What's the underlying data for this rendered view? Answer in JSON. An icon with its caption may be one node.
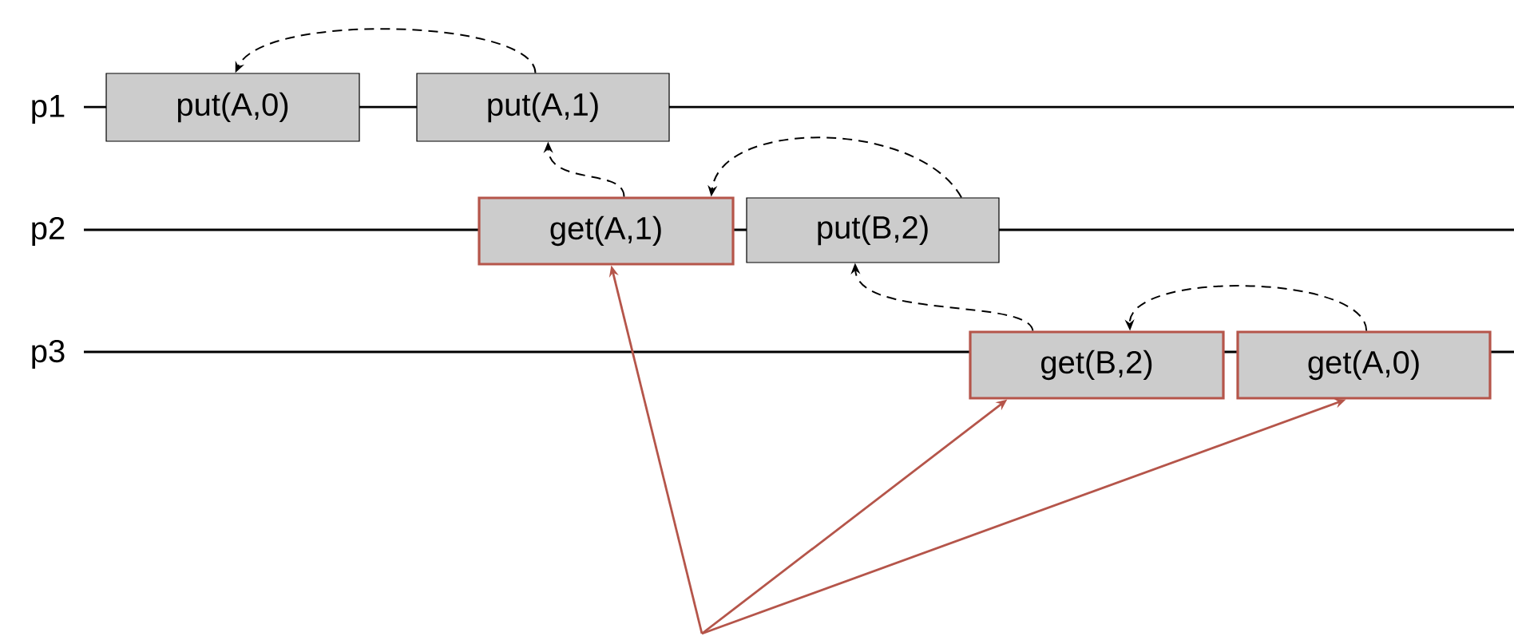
{
  "diagram": {
    "nodes": [
      {
        "text": [
          "put(A,0)"
        ]
      },
      {
        "text": [
          "put(A,1)"
        ]
      },
      {
        "text": [
          "get(A,1)"
        ]
      },
      {
        "text": [
          "put(B,2)"
        ]
      },
      {
        "text": [
          "get(B,2)"
        ]
      },
      {
        "text": [
          "get(A,0)"
        ]
      }
    ],
    "edges": [
      {
        "from": 1,
        "to": 0,
        "arrow": "to",
        "style": "dashed"
      },
      {
        "from": 2,
        "to": 1,
        "arrow": "to",
        "style": "dashed"
      },
      {
        "from": 3,
        "to": 2,
        "arrow": "to",
        "style": "dashed"
      },
      {
        "from": 4,
        "to": 3,
        "arrow": "to",
        "style": "dashed"
      },
      {
        "from": 5,
        "to": 4,
        "arrow": "to",
        "style": "dashed"
      },
      {
        "from": null,
        "to": 2,
        "arrow": "to",
        "color": "#b5554a"
      },
      {
        "from": null,
        "to": 4,
        "arrow": "to",
        "color": "#b5554a"
      },
      {
        "from": null,
        "to": 5,
        "arrow": "to",
        "color": "#b5554a"
      }
    ],
    "labels": [
      "p1",
      "p2",
      "p3"
    ]
  }
}
